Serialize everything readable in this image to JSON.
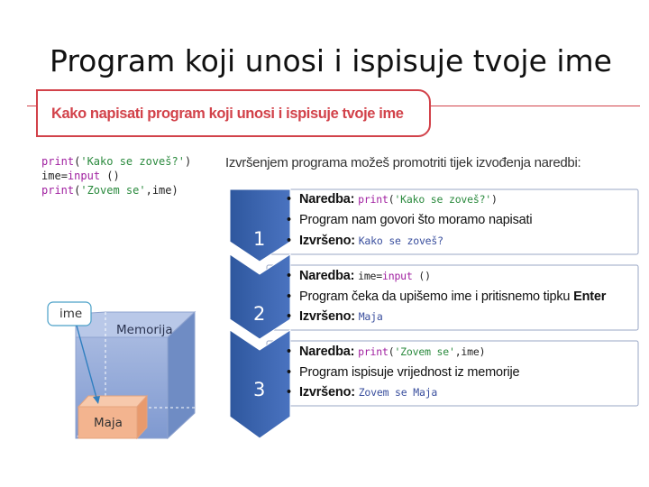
{
  "slide": {
    "title": "Program koji unosi i ispisuje tvoje ime"
  },
  "banner": {
    "title": "Kako napisati program koji unosi i ispisuje tvoje ime"
  },
  "code": {
    "line1": {
      "fn": "print",
      "open": "(",
      "str": "'Kako se zoveš?'",
      "close": ")"
    },
    "line2": {
      "var": "ime",
      "eq": "=",
      "fn": "input",
      "args": " ()"
    },
    "line3": {
      "fn": "print",
      "open": "(",
      "str": "'Zovem se'",
      "rest": ",ime)"
    }
  },
  "intro": "Izvršenjem programa možeš promotriti tijek izvođenja naredbi:",
  "steps": [
    {
      "number": "1",
      "command_label": "Naredba:",
      "command": {
        "fn": "print",
        "open": "(",
        "str": "'Kako se zoveš?'",
        "close": ")"
      },
      "description": "Program nam govori što moramo napisati",
      "result_label": "Izvršeno:",
      "output": "Kako se zoveš?"
    },
    {
      "number": "2",
      "command_label": "Naredba:",
      "command": {
        "var": "ime",
        "eq": "=",
        "fn": "input",
        "args": " ()"
      },
      "description": "Program čeka da upišemo ime i pritisnemo tipku",
      "description_key": "Enter",
      "result_label": "Izvršeno:",
      "output": "Maja"
    },
    {
      "number": "3",
      "command_label": "Naredba:",
      "command": {
        "fn": "print",
        "open": "(",
        "str": "'Zovem se'",
        "rest": ",ime)"
      },
      "description": "Program ispisuje vrijednost iz memorije",
      "result_label": "Izvršeno:",
      "output": "Zovem se Maja"
    }
  ],
  "diagram": {
    "memory_label": "Memorija",
    "variable_label": "ime",
    "value_label": "Maja"
  },
  "colors": {
    "accent_red": "#d2424a",
    "chevron_blue": "#3f66b2",
    "string_green": "#2b8a3e",
    "keyword_purple": "#a020a0",
    "memory_box": "#8fa8d8",
    "value_box": "#f3b48f"
  },
  "icons": {
    "bullet": "•"
  }
}
